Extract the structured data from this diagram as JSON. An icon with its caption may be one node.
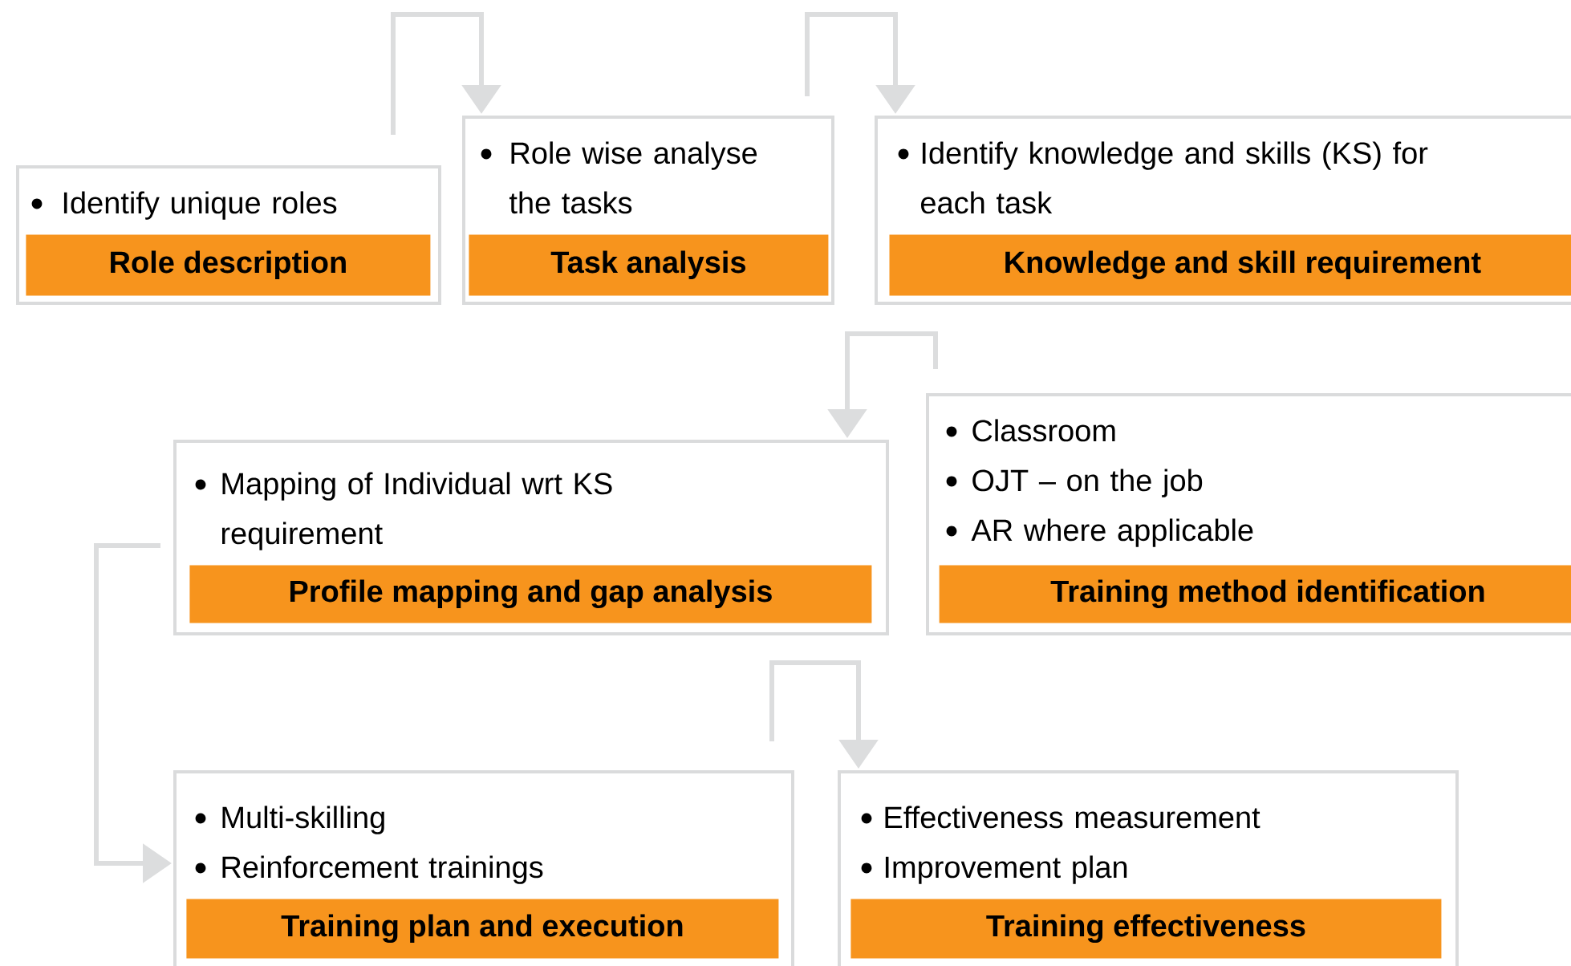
{
  "diagram": {
    "nodes": [
      {
        "text": [
          "Identify unique roles"
        ]
      },
      {
        "text": [
          "Role description"
        ],
        "in": 0
      },
      {
        "text": [
          "Role wise analyse the tasks"
        ]
      },
      {
        "text": [
          "Task analysis"
        ],
        "in": 2
      },
      {
        "text": [
          "Identify knowledge and skills (KS) for each task"
        ]
      },
      {
        "text": [
          "Knowledge and skill requirement"
        ],
        "in": 4
      },
      {
        "text": [
          "Mapping of Individual wrt KS requirement"
        ]
      },
      {
        "text": [
          "Profile mapping and gap analysis"
        ],
        "in": 6
      },
      {
        "text": [
          "Classroom",
          "OJT – on the job",
          "AR where applicable"
        ]
      },
      {
        "text": [
          "Training method identification"
        ],
        "in": 8
      },
      {
        "text": [
          "Multi-skilling",
          "Reinforcement trainings"
        ]
      },
      {
        "text": [
          "Training plan and execution"
        ],
        "in": 10
      },
      {
        "text": [
          "Effectiveness measurement",
          "Improvement plan"
        ]
      },
      {
        "text": [
          "Training effectiveness"
        ],
        "in": 12
      }
    ],
    "edges": [
      {
        "from": 0,
        "to": 2,
        "arrow": "to"
      },
      {
        "from": 2,
        "to": 4,
        "arrow": "to"
      },
      {
        "from": 8,
        "to": 6,
        "arrow": "to"
      },
      {
        "from": 6,
        "to": 10,
        "arrow": "to"
      },
      {
        "from": 10,
        "to": 12,
        "arrow": "to"
      }
    ]
  }
}
